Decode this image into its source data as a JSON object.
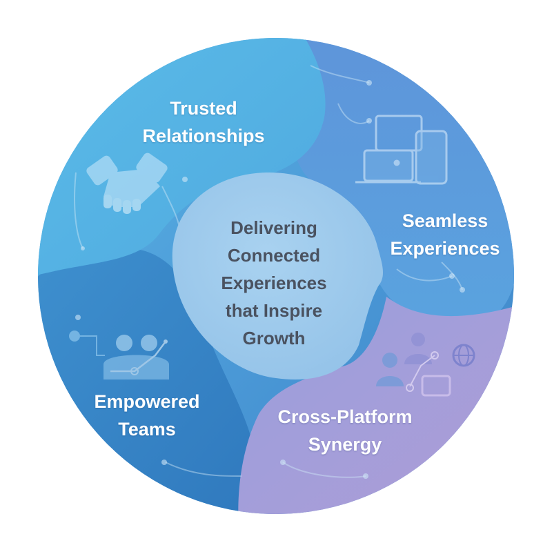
{
  "center": {
    "lines": [
      "Delivering",
      "Connected",
      "Experiences",
      "that Inspire",
      "Growth"
    ]
  },
  "segments": {
    "trusted": {
      "lines": [
        "Trusted",
        "Relationships"
      ],
      "icon": "handshake-icon",
      "color": "#5bb6e6"
    },
    "seamless": {
      "lines": [
        "Seamless",
        "Experiences"
      ],
      "icon": "devices-icon",
      "color": "#5a9fdc"
    },
    "cross_platform": {
      "lines": [
        "Cross-Platform",
        "Synergy"
      ],
      "icon": "network-people-icon",
      "color": "#a89ad6"
    },
    "empowered": {
      "lines": [
        "Empowered",
        "Teams"
      ],
      "icon": "team-growth-icon",
      "color": "#3f8ccb"
    }
  },
  "colors": {
    "center_fill": "#9cc8ea",
    "center_text": "#4a5260",
    "label_text": "#ffffff"
  }
}
